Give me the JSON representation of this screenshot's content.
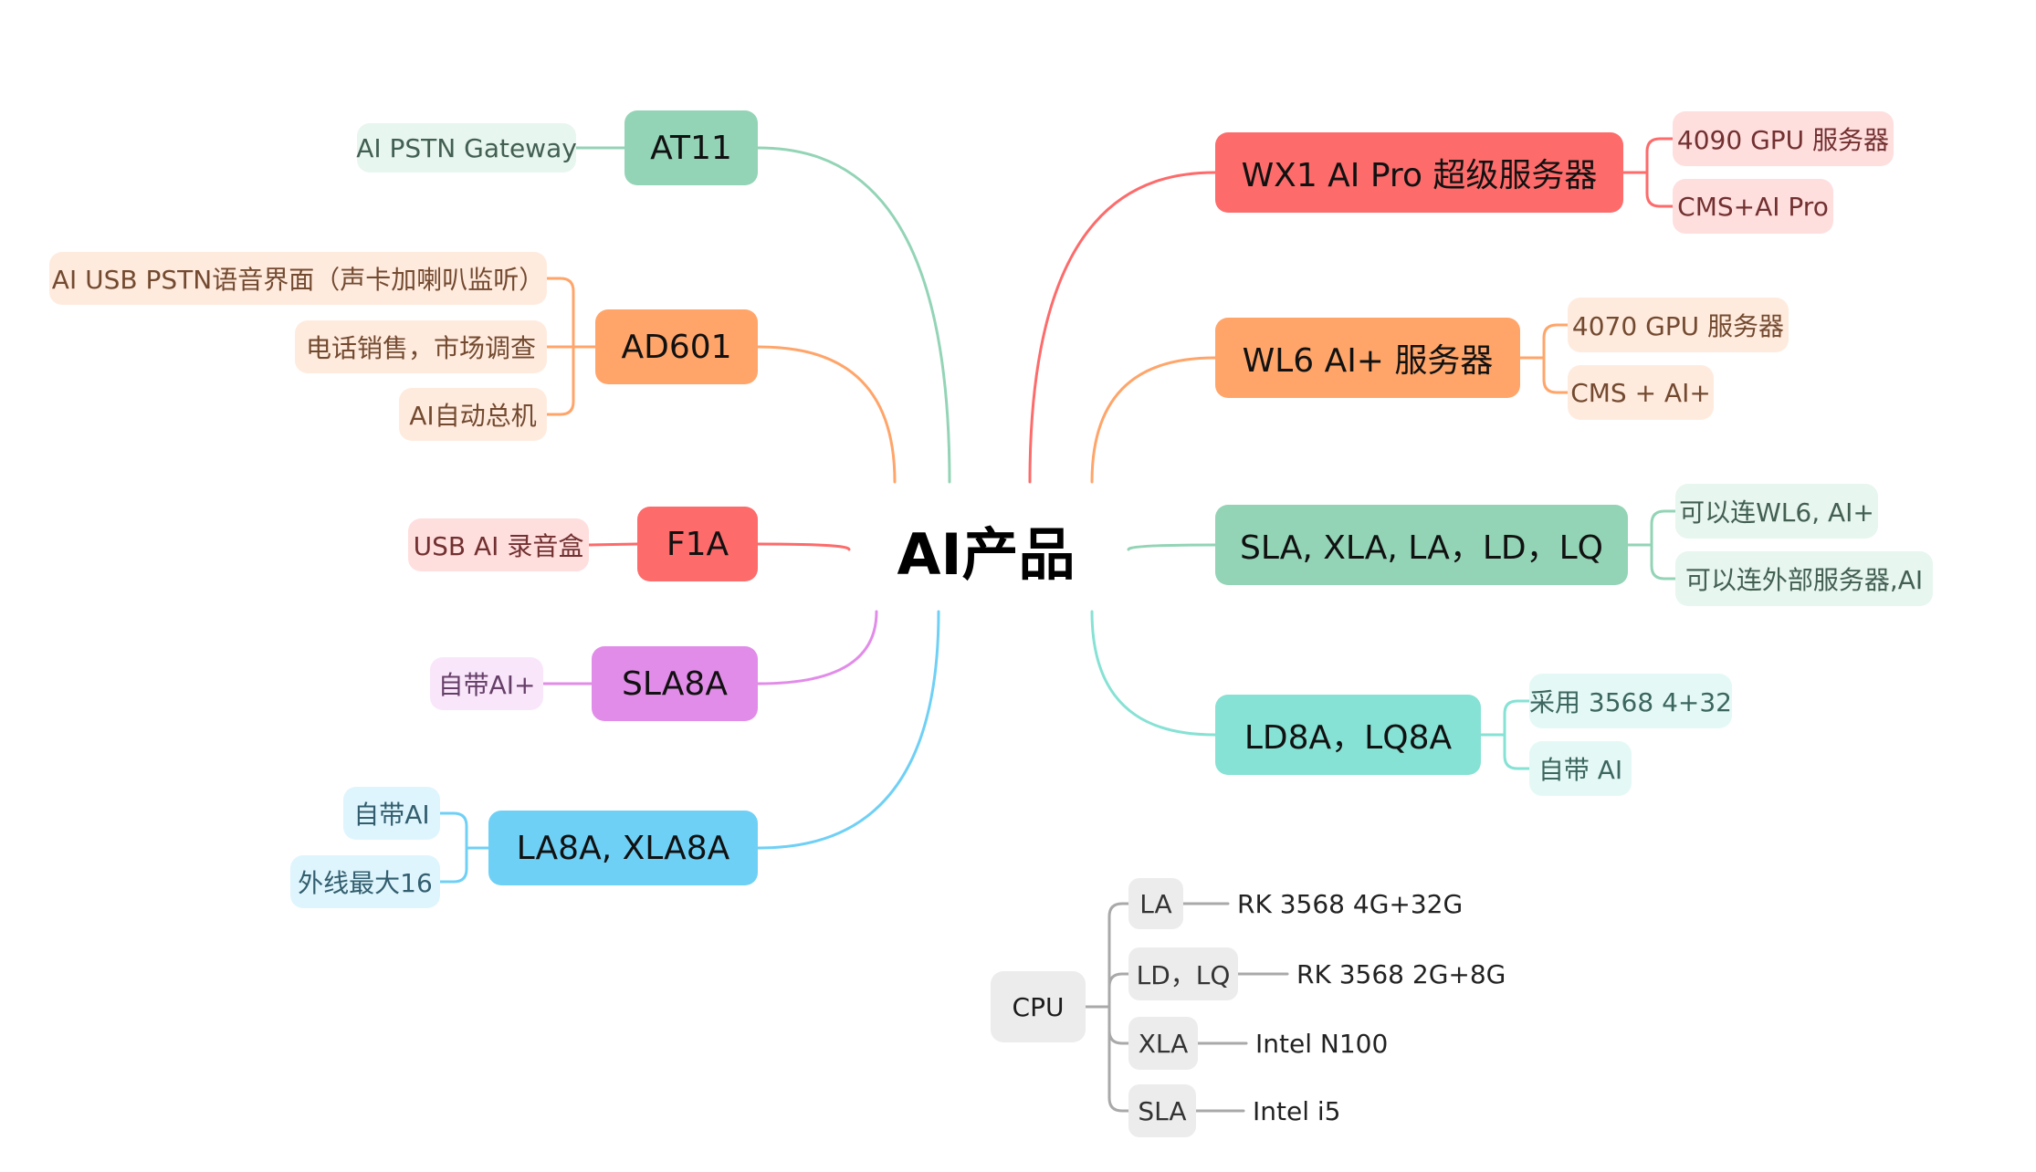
{
  "colors": {
    "green": "#93d4b6",
    "orange": "#ffa56a",
    "red": "#fd6b6b",
    "purple": "#e28ce9",
    "blue": "#6fd0f6",
    "teal": "#86e2d4",
    "gray": "#a9a9a9"
  },
  "central": "AI产品",
  "left": [
    {
      "label": "AT11",
      "color": "green",
      "children": [
        "AI PSTN Gateway"
      ]
    },
    {
      "label": "AD601",
      "color": "orange",
      "children": [
        "AI USB PSTN语音界面（声卡加喇叭监听）",
        "电话销售，市场调查",
        "AI自动总机"
      ]
    },
    {
      "label": "F1A",
      "color": "red",
      "children": [
        "USB AI 录音盒"
      ]
    },
    {
      "label": "SLA8A",
      "color": "purple",
      "children": [
        "自带AI+"
      ]
    },
    {
      "label": "LA8A, XLA8A",
      "color": "blue",
      "children": [
        "自带AI",
        "外线最大16"
      ]
    }
  ],
  "right": [
    {
      "label": "WX1 AI Pro 超级服务器",
      "color": "red",
      "children": [
        "4090 GPU 服务器",
        "CMS+AI Pro"
      ]
    },
    {
      "label": "WL6 AI+ 服务器",
      "color": "orange",
      "children": [
        "4070 GPU 服务器",
        "CMS + AI+"
      ]
    },
    {
      "label": "SLA, XLA, LA，LD，LQ",
      "color": "green",
      "children": [
        "可以连WL6, AI+",
        "可以连外部服务器,AI"
      ]
    },
    {
      "label": "LD8A，LQ8A",
      "color": "teal",
      "children": [
        "采用 3568 4+32",
        "自带 AI"
      ]
    }
  ],
  "cpu": {
    "label": "CPU",
    "items": [
      {
        "label": "LA",
        "spec": "RK 3568 4G+32G"
      },
      {
        "label": "LD，LQ",
        "spec": "RK 3568 2G+8G"
      },
      {
        "label": "XLA",
        "spec": "Intel N100"
      },
      {
        "label": "SLA",
        "spec": "Intel i5"
      }
    ]
  }
}
